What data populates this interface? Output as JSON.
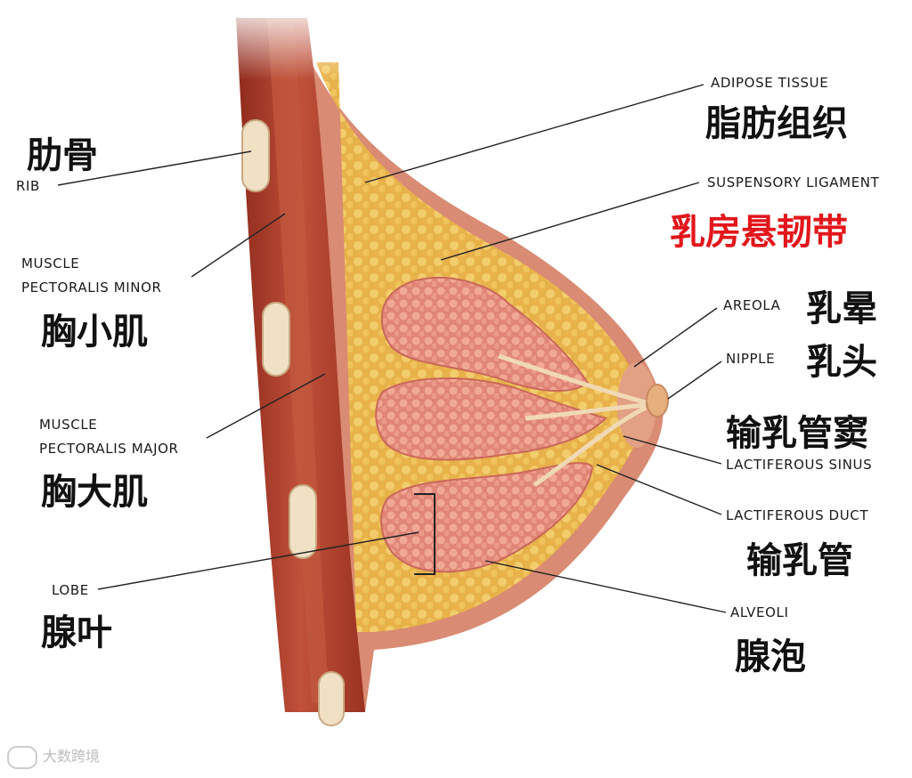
{
  "labels": {
    "rib": {
      "en": "RIB",
      "zh": "肋骨"
    },
    "pectoralis_minor": {
      "en_line1": "MUSCLE",
      "en_line2": "PECTORALIS MINOR",
      "zh": "胸小肌"
    },
    "pectoralis_major": {
      "en_line1": "MUSCLE",
      "en_line2": "PECTORALIS MAJOR",
      "zh": "胸大肌"
    },
    "lobe": {
      "en": "LOBE",
      "zh": "腺叶"
    },
    "adipose_tissue": {
      "en": "ADIPOSE TISSUE",
      "zh": "脂肪组织"
    },
    "suspensory_ligament": {
      "en": "SUSPENSORY LIGAMENT",
      "zh": "乳房悬韧带"
    },
    "areola": {
      "en": "AREOLA",
      "zh": "乳晕"
    },
    "nipple": {
      "en": "NIPPLE",
      "zh": "乳头"
    },
    "lactiferous_sinus": {
      "en": "LACTIFEROUS SINUS",
      "zh": "输乳管窦"
    },
    "lactiferous_duct": {
      "en": "LACTIFEROUS DUCT",
      "zh": "输乳管"
    },
    "alveoli": {
      "en": "ALVEOLI",
      "zh": "腺泡"
    }
  },
  "watermark": "大数跨境",
  "colors": {
    "muscle": "#b8442c",
    "fat": "#e9b84a",
    "lobule": "#e38a7c",
    "skin": "#d98b73",
    "bone": "#f1e1c4",
    "highlight_red": "#e3161b"
  },
  "icons": [
    "watermark-logo-icon"
  ]
}
